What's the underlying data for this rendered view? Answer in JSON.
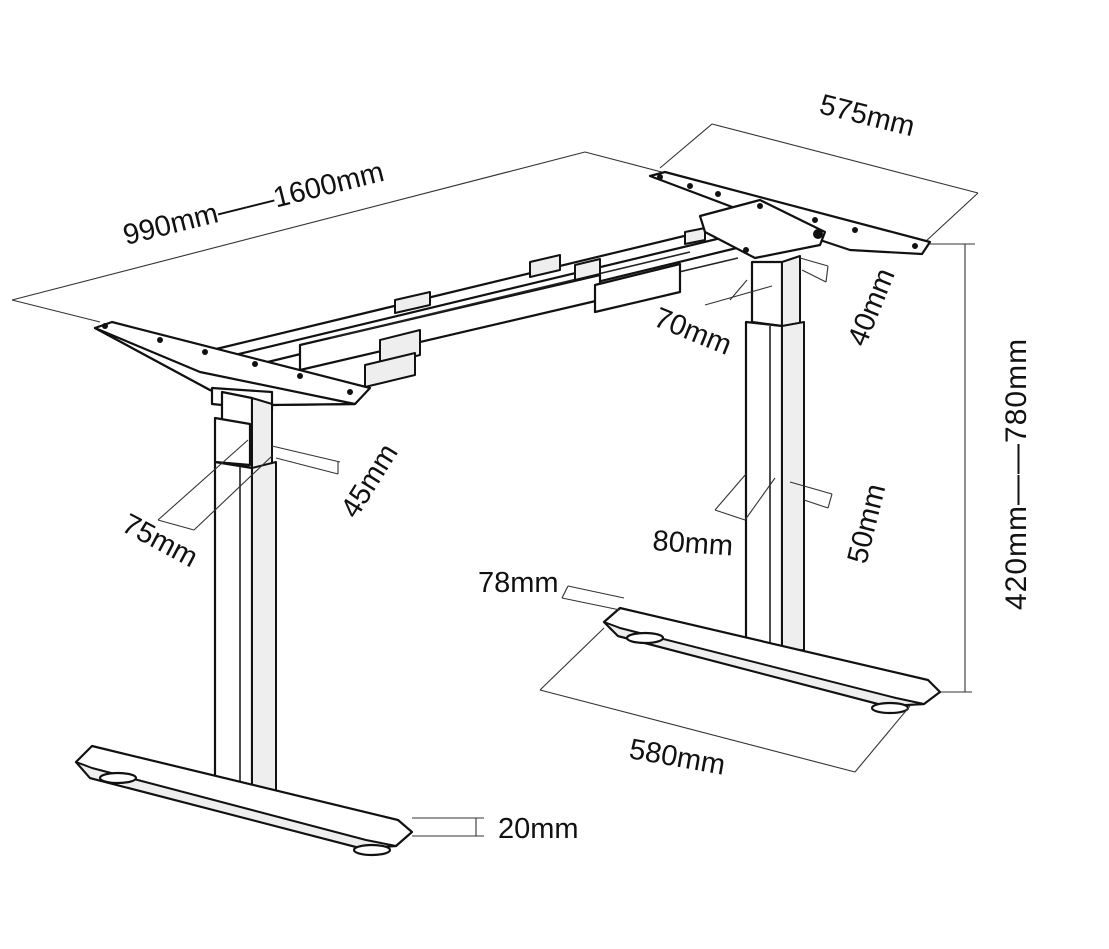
{
  "diagram": {
    "labels": {
      "width_range": "990mm——1600mm",
      "depth": "575mm",
      "height_range": "420mm——780mm",
      "upper_col_width_right": "70mm",
      "upper_col_depth_right": "40mm",
      "upper_col_width_left": "75mm",
      "upper_col_depth_left": "45mm",
      "lower_col_width": "80mm",
      "lower_col_depth": "50mm",
      "foot_width": "78mm",
      "foot_length": "580mm",
      "foot_height": "20mm"
    }
  }
}
